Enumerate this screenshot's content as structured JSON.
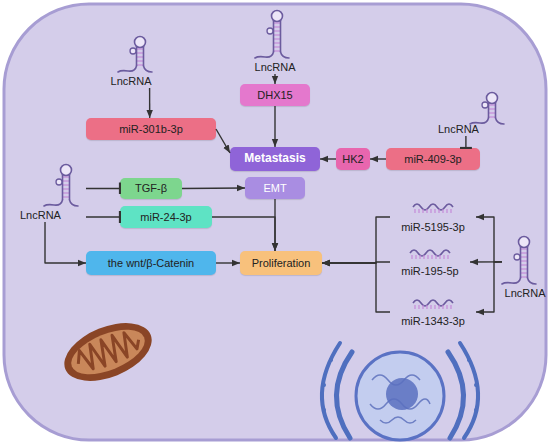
{
  "diagram": {
    "nodes": [
      {
        "text": [
          "LncRNA"
        ]
      },
      {
        "text": [
          "LncRNA"
        ]
      },
      {
        "text": [
          "DHX15"
        ]
      },
      {
        "text": [
          "miR-301b-3p"
        ]
      },
      {
        "text": [
          "LncRNA"
        ]
      },
      {
        "text": [
          "Metastasis"
        ]
      },
      {
        "text": [
          "HK2"
        ]
      },
      {
        "text": [
          "miR-409-3p"
        ]
      },
      {
        "text": [
          "LncRNA"
        ]
      },
      {
        "text": [
          "TGF-β"
        ]
      },
      {
        "text": [
          "EMT"
        ]
      },
      {
        "text": [
          "miR-24-3p"
        ]
      },
      {
        "text": [
          "miR-5195-3p"
        ]
      },
      {
        "text": [
          "miR-195-5p"
        ]
      },
      {
        "text": [
          "LncRNA"
        ]
      },
      {
        "text": [
          "the wnt/β-Catenin"
        ]
      },
      {
        "text": [
          "Proliferation"
        ]
      },
      {
        "text": [
          "miR-1343-3p"
        ]
      }
    ],
    "edges": [
      {
        "from": 1,
        "to": 3,
        "arrow": "to"
      },
      {
        "from": 0,
        "to": 2,
        "arrow": "to"
      },
      {
        "from": 2,
        "to": 5,
        "arrow": "to"
      },
      {
        "from": 3,
        "to": 5,
        "arrow": "to"
      },
      {
        "from": 4,
        "to": 7,
        "arrow": "to"
      },
      {
        "from": 7,
        "to": 6,
        "arrow": "to"
      },
      {
        "from": 6,
        "to": 5,
        "arrow": "to"
      },
      {
        "from": 8,
        "to": 9,
        "arrow": "to"
      },
      {
        "from": 8,
        "to": 11,
        "arrow": "to"
      },
      {
        "from": 8,
        "to": 15,
        "arrow": "to"
      },
      {
        "from": 9,
        "to": 10,
        "arrow": "to"
      },
      {
        "from": 10,
        "to": 16,
        "arrow": "to"
      },
      {
        "from": 11,
        "to": 16,
        "arrow": "to"
      },
      {
        "from": 15,
        "to": 16,
        "arrow": "to"
      },
      {
        "from": 14,
        "to": 12,
        "arrow": "to"
      },
      {
        "from": 14,
        "to": 13,
        "arrow": "to"
      },
      {
        "from": 14,
        "to": 17,
        "arrow": "to"
      },
      {
        "from": 12,
        "to": 16,
        "arrow": "to"
      },
      {
        "from": 13,
        "to": 16,
        "arrow": "to"
      },
      {
        "from": 17,
        "to": 16,
        "arrow": "to"
      }
    ]
  }
}
